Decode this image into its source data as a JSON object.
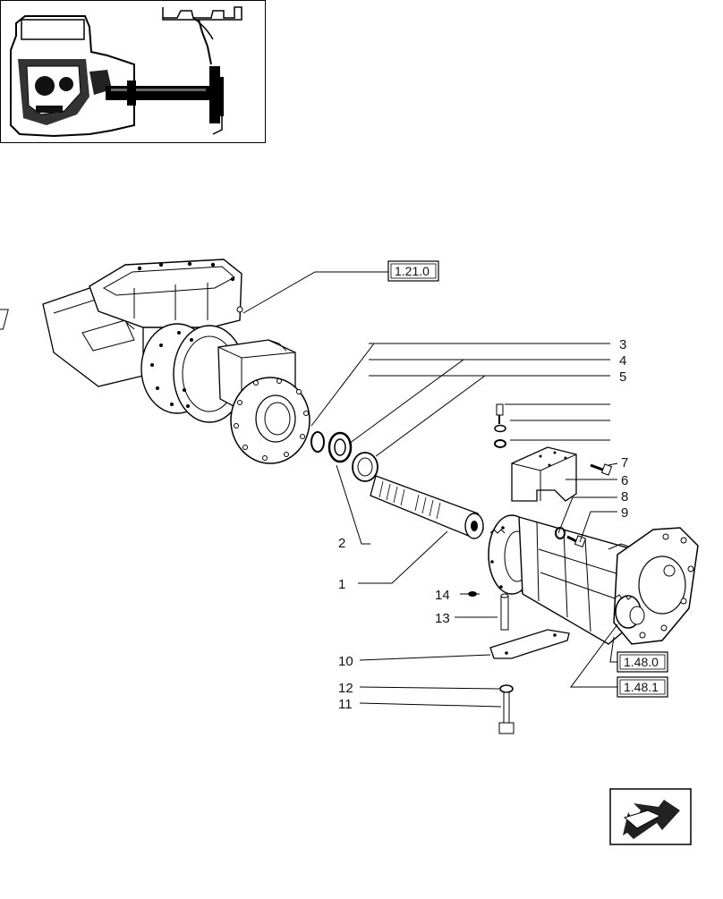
{
  "callouts": [
    {
      "id": "1",
      "label": "1"
    },
    {
      "id": "2",
      "label": "2"
    },
    {
      "id": "3",
      "label": "3"
    },
    {
      "id": "4",
      "label": "4"
    },
    {
      "id": "5",
      "label": "5"
    },
    {
      "id": "6",
      "label": "6"
    },
    {
      "id": "7",
      "label": "7"
    },
    {
      "id": "8",
      "label": "8"
    },
    {
      "id": "9",
      "label": "9"
    },
    {
      "id": "10",
      "label": "10"
    },
    {
      "id": "11",
      "label": "11"
    },
    {
      "id": "12",
      "label": "12"
    },
    {
      "id": "13",
      "label": "13"
    },
    {
      "id": "14",
      "label": "14"
    }
  ],
  "references": [
    {
      "id": "ref-1-21-0",
      "label": "1.21.0"
    },
    {
      "id": "ref-1-48-0",
      "label": "1.48.0"
    },
    {
      "id": "ref-1-48-1",
      "label": "1.48.1"
    }
  ],
  "navigation": {
    "icon": "back-arrow-icon"
  }
}
